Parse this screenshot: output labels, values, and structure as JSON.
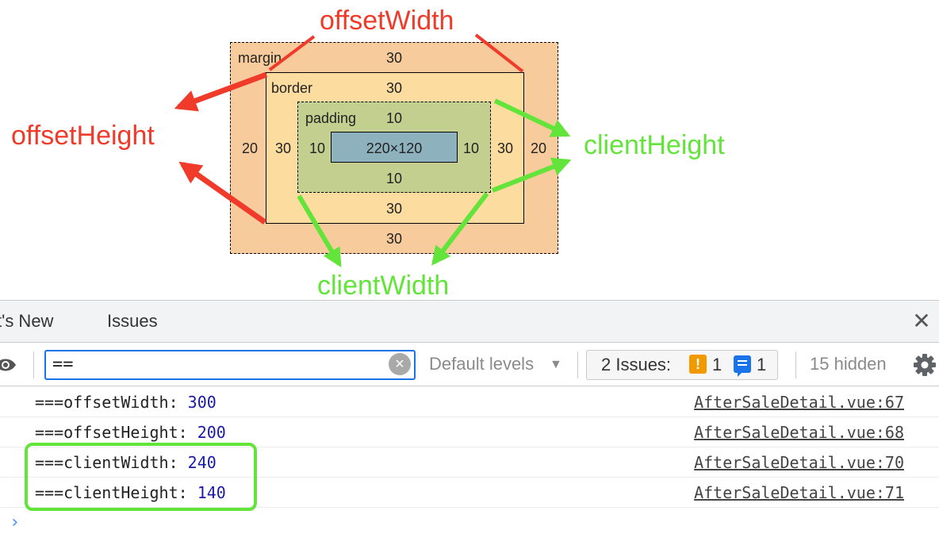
{
  "diagram": {
    "labels": {
      "offset_width": "offsetWidth",
      "offset_height": "offsetHeight",
      "client_height": "clientHeight",
      "client_width": "clientWidth"
    },
    "margin": {
      "name": "margin",
      "top": "30",
      "bottom": "30",
      "left": "20",
      "right": "20"
    },
    "border": {
      "name": "border",
      "top": "30",
      "bottom": "30",
      "left": "30",
      "right": "30"
    },
    "padding": {
      "name": "padding",
      "top": "10",
      "bottom": "10",
      "left": "10",
      "right": "10"
    },
    "content": {
      "size": "220×120"
    },
    "colors": {
      "red": "#f03a2a",
      "green": "#63e43a",
      "margin": "#f8cb9c",
      "border": "#fcdc9f",
      "padding": "#c2cf8e",
      "content": "#8db2be"
    }
  },
  "devtools": {
    "tabs": [
      "t's New",
      "Issues"
    ],
    "close_icon": "close-icon",
    "toolbar": {
      "eye_icon": "eye-icon",
      "filter_value": "==",
      "levels_label": "Default levels",
      "levels_caret": "▼",
      "issues_label": "2 Issues:",
      "warning_count": "1",
      "info_count": "1",
      "hidden_label": "15 hidden",
      "settings_icon": "gear-icon"
    },
    "logs": [
      {
        "label": "===offsetWidth: ",
        "value": "300",
        "source": "AfterSaleDetail.vue:67"
      },
      {
        "label": "===offsetHeight: ",
        "value": "200",
        "source": "AfterSaleDetail.vue:68"
      },
      {
        "label": "===clientWidth: ",
        "value": "240",
        "source": "AfterSaleDetail.vue:70"
      },
      {
        "label": "===clientHeight: ",
        "value": "140",
        "source": "AfterSaleDetail.vue:71"
      }
    ],
    "prompt": "›"
  }
}
